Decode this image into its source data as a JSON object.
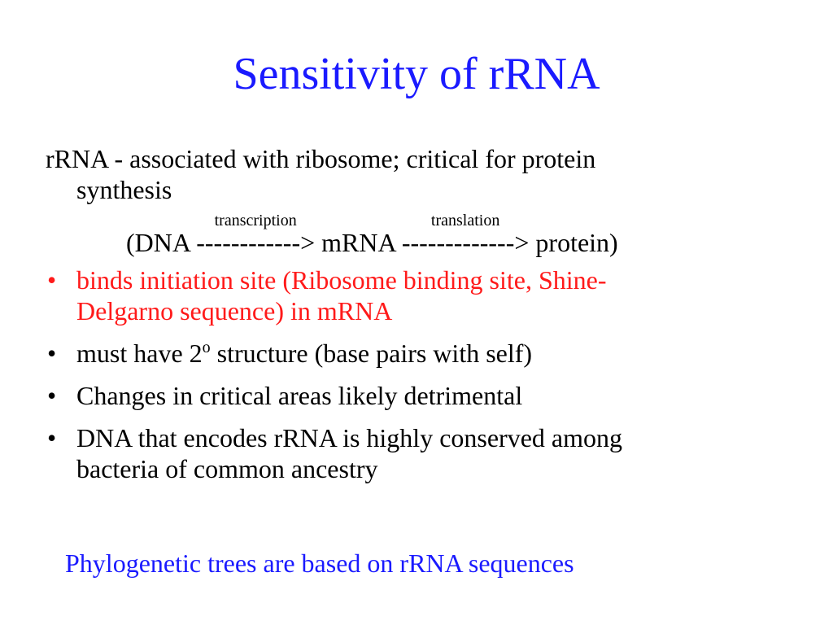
{
  "colors": {
    "title": "#1a1aff",
    "text": "#000000",
    "highlight": "#ff1a1a",
    "note": "#1a1aff"
  },
  "slide": {
    "title": "Sensitivity of rRNA",
    "intro": {
      "line1": "rRNA - associated with ribosome; critical for protein",
      "line2": "synthesis"
    },
    "flow": {
      "open": "(DNA ",
      "arrow1": "------------>",
      "arrow1_label": "transcription",
      "middle": " mRNA ",
      "arrow2": "------------->",
      "arrow2_label": "translation",
      "close": " protein)"
    },
    "bullet_symbol": "•",
    "bullets": [
      {
        "line1": "binds initiation site (Ribosome binding site, Shine-",
        "line2": "Delgarno sequence) in mRNA"
      },
      {
        "before": "must have 2",
        "sup": "o",
        "after": " structure (base pairs with self)"
      },
      {
        "line1": "Changes in critical areas likely detrimental"
      },
      {
        "line1": "DNA that encodes rRNA is highly conserved among",
        "line2": "bacteria of common ancestry"
      }
    ],
    "note": "Phylogenetic trees are based on rRNA sequences"
  }
}
